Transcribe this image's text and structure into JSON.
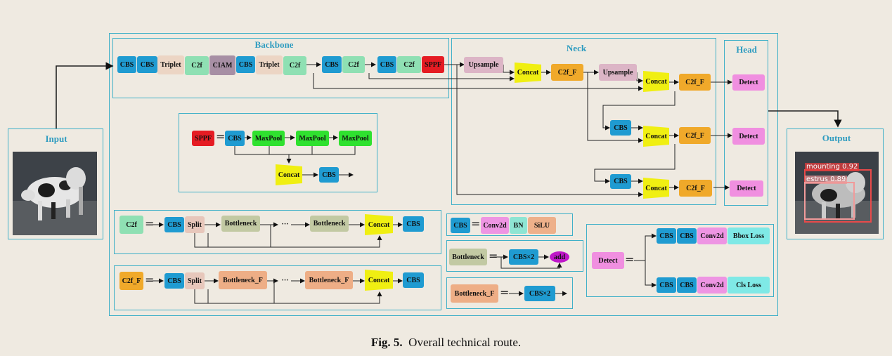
{
  "sections": {
    "backbone": "Backbone",
    "neck": "Neck",
    "head": "Head",
    "input": "Input",
    "output": "Output"
  },
  "backbone": {
    "cbs": "CBS",
    "triplet": "Triplet",
    "c2f": "C2f",
    "ciam": "CIAM",
    "sppf": "SPPF"
  },
  "neck": {
    "upsample": "Upsample",
    "concat": "Concat",
    "c2f_f": "C2f_F",
    "cbs": "CBS"
  },
  "head": {
    "detect": "Detect"
  },
  "sppf_def": {
    "sppf": "SPPF",
    "eq": "=",
    "cbs": "CBS",
    "maxpool": "MaxPool",
    "concat": "Concat"
  },
  "c2f_def": {
    "c2f": "C2f",
    "eq": "=",
    "cbs": "CBS",
    "split": "Split",
    "bottleneck": "Bottleneck",
    "dots": "···",
    "concat": "Concat"
  },
  "c2ff_def": {
    "c2f_f": "C2f_F",
    "eq": "=",
    "cbs": "CBS",
    "split": "Split",
    "bottleneck_f": "Bottleneck_F",
    "dots": "···",
    "concat": "Concat"
  },
  "cbs_def": {
    "cbs": "CBS",
    "eq": "=",
    "conv2d": "Conv2d",
    "bn": "BN",
    "silu": "SiLU"
  },
  "bottleneck_def": {
    "bottleneck": "Bottleneck",
    "eq": "=",
    "cbs2": "CBS×2",
    "add": "add"
  },
  "bottleneckf_def": {
    "bottleneck_f": "Bottleneck_F",
    "eq": "=",
    "cbs2": "CBS×2"
  },
  "detect_def": {
    "detect": "Detect",
    "eq": "=",
    "cbs": "CBS",
    "conv2d": "Conv2d",
    "bbox_loss": "Bbox Loss",
    "cls_loss": "Cls Loss"
  },
  "output_labels": {
    "mounting": "mounting 0.92",
    "estrus": "estrus 0.89"
  },
  "caption": {
    "fig": "Fig. 5.",
    "text": "Overall technical route."
  }
}
